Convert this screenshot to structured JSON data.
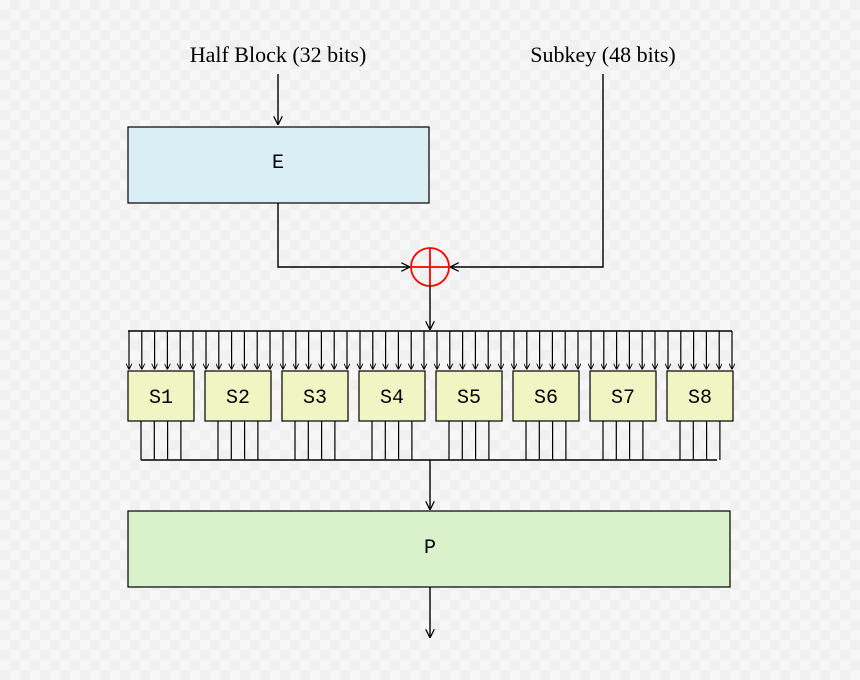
{
  "inputs": {
    "half_block_label": "Half Block (32 bits)",
    "subkey_label": "Subkey (48 bits)"
  },
  "boxes": {
    "expansion_label": "E",
    "permutation_label": "P",
    "sboxes": [
      "S1",
      "S2",
      "S3",
      "S4",
      "S5",
      "S6",
      "S7",
      "S8"
    ]
  },
  "colors": {
    "expansion_fill": "#d9eef5",
    "sbox_fill": "#f0f5c4",
    "permutation_fill": "#d9f2cc",
    "xor_color": "#ff0000",
    "line_color": "#000000"
  },
  "icons": {
    "xor": "xor-circle-plus-icon",
    "arrow": "arrow-down-icon"
  }
}
